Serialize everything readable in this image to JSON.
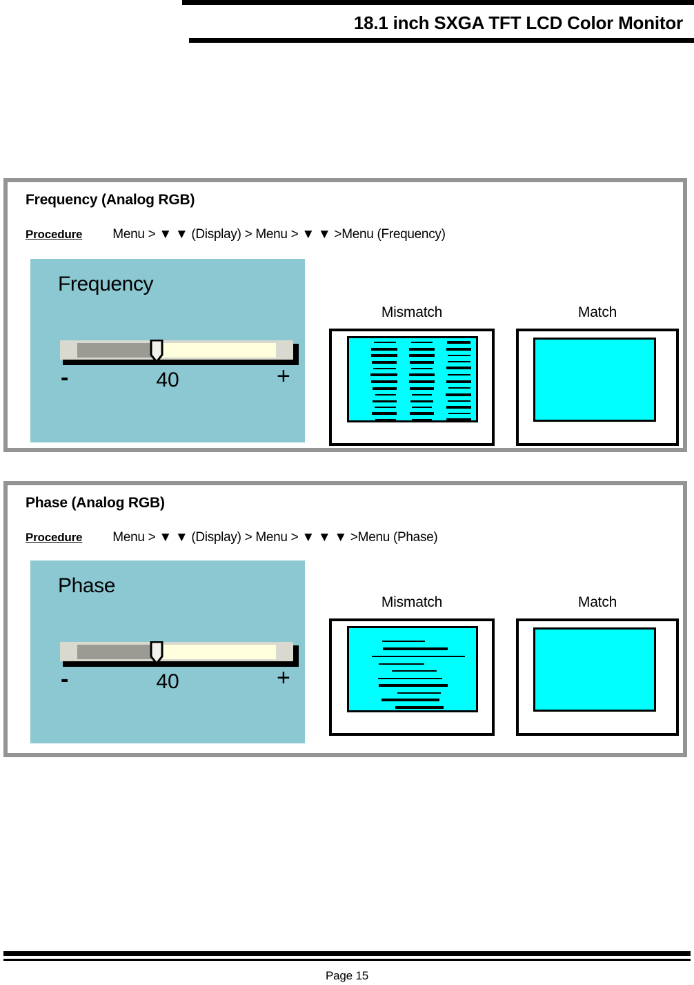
{
  "header": {
    "title": "18.1 inch SXGA TFT LCD Color Monitor"
  },
  "sections": [
    {
      "id": "frequency",
      "heading": "Frequency (Analog RGB)",
      "procedure_label": "Procedure",
      "procedure_text": "Menu > ▼ ▼ (Display) > Menu > ▼ ▼ >Menu (Frequency)",
      "osd": {
        "title": "Frequency",
        "minus_label": "-",
        "plus_label": "+",
        "value": "40",
        "fill_percent": 40,
        "panel_color": "#8CC8D2",
        "track_color": "#FFFFDD",
        "fill_color": "#9B9B94",
        "frame_color": "#D9D9D0"
      },
      "illustrations": {
        "mismatch_caption": "Mismatch",
        "match_caption": "Match",
        "screen_color": "#00FFFF",
        "pattern": "vertical-noise-columns"
      }
    },
    {
      "id": "phase",
      "heading": "Phase (Analog RGB)",
      "procedure_label": "Procedure",
      "procedure_text": "Menu > ▼ ▼ (Display) > Menu > ▼ ▼ ▼ >Menu (Phase)",
      "osd": {
        "title": "Phase",
        "minus_label": "-",
        "plus_label": "+",
        "value": "40",
        "fill_percent": 40,
        "panel_color": "#8CC8D2",
        "track_color": "#FFFFDD",
        "fill_color": "#9B9B94",
        "frame_color": "#D9D9D0"
      },
      "illustrations": {
        "mismatch_caption": "Mismatch",
        "match_caption": "Match",
        "screen_color": "#00FFFF",
        "pattern": "horizontal-jitter-lines"
      }
    }
  ],
  "footer": {
    "page_label": "Page 15"
  }
}
